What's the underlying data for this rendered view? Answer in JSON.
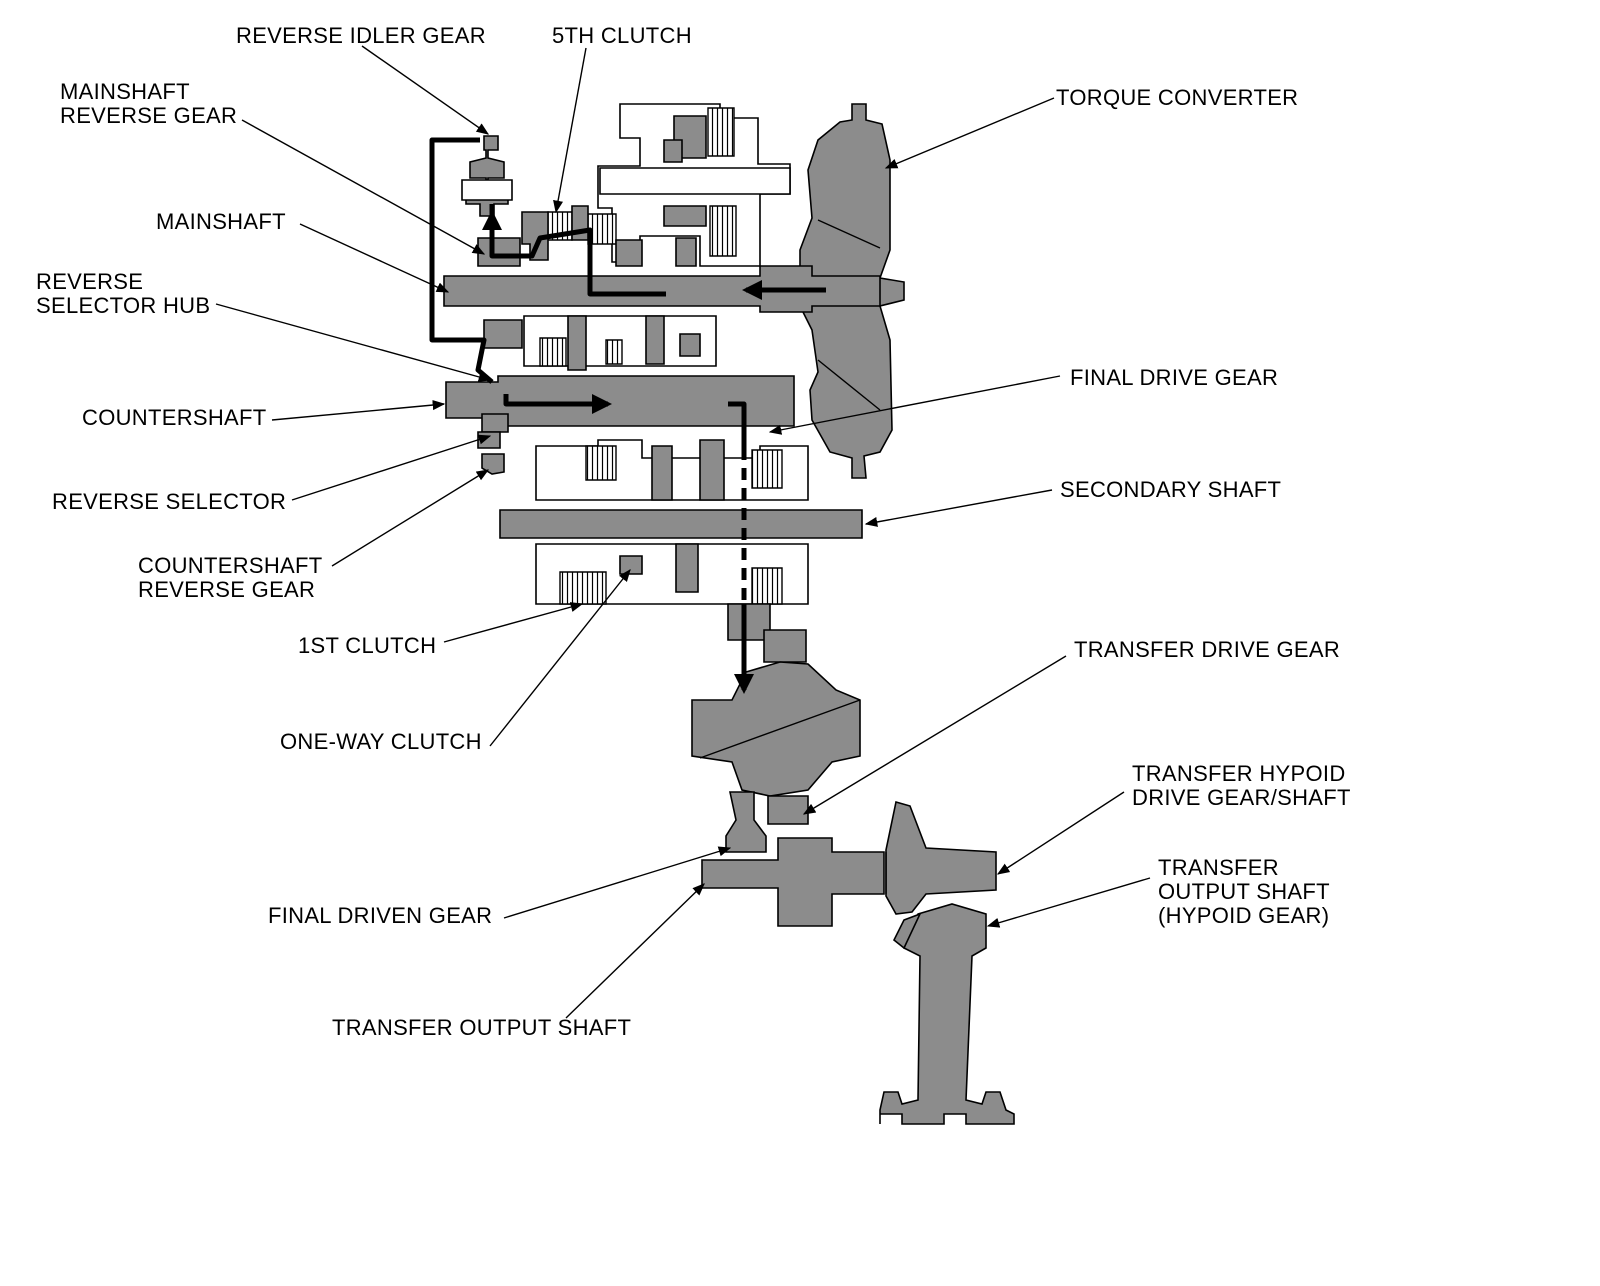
{
  "labels": {
    "reverse_idler_gear": "REVERSE IDLER GEAR",
    "fifth_clutch": "5TH CLUTCH",
    "mainshaft_reverse_gear": "MAINSHAFT\nREVERSE GEAR",
    "mainshaft": "MAINSHAFT",
    "reverse_selector_hub": "REVERSE\nSELECTOR HUB",
    "countershaft": "COUNTERSHAFT",
    "reverse_selector": "REVERSE SELECTOR",
    "countershaft_reverse_gear": "COUNTERSHAFT\nREVERSE GEAR",
    "first_clutch": "1ST CLUTCH",
    "one_way_clutch": "ONE-WAY CLUTCH",
    "final_driven_gear": "FINAL DRIVEN GEAR",
    "transfer_output_shaft": "TRANSFER OUTPUT SHAFT",
    "torque_converter": "TORQUE CONVERTER",
    "final_drive_gear": "FINAL DRIVE GEAR",
    "secondary_shaft": "SECONDARY SHAFT",
    "transfer_drive_gear": "TRANSFER DRIVE GEAR",
    "transfer_hypoid_drive_gear_shaft": "TRANSFER HYPOID\nDRIVE GEAR/SHAFT",
    "transfer_output_shaft_hypoid_gear": "TRANSFER\nOUTPUT SHAFT\n(HYPOID GEAR)"
  },
  "colors": {
    "part_fill": "#8c8c8c",
    "line": "#000000",
    "background": "#ffffff"
  }
}
